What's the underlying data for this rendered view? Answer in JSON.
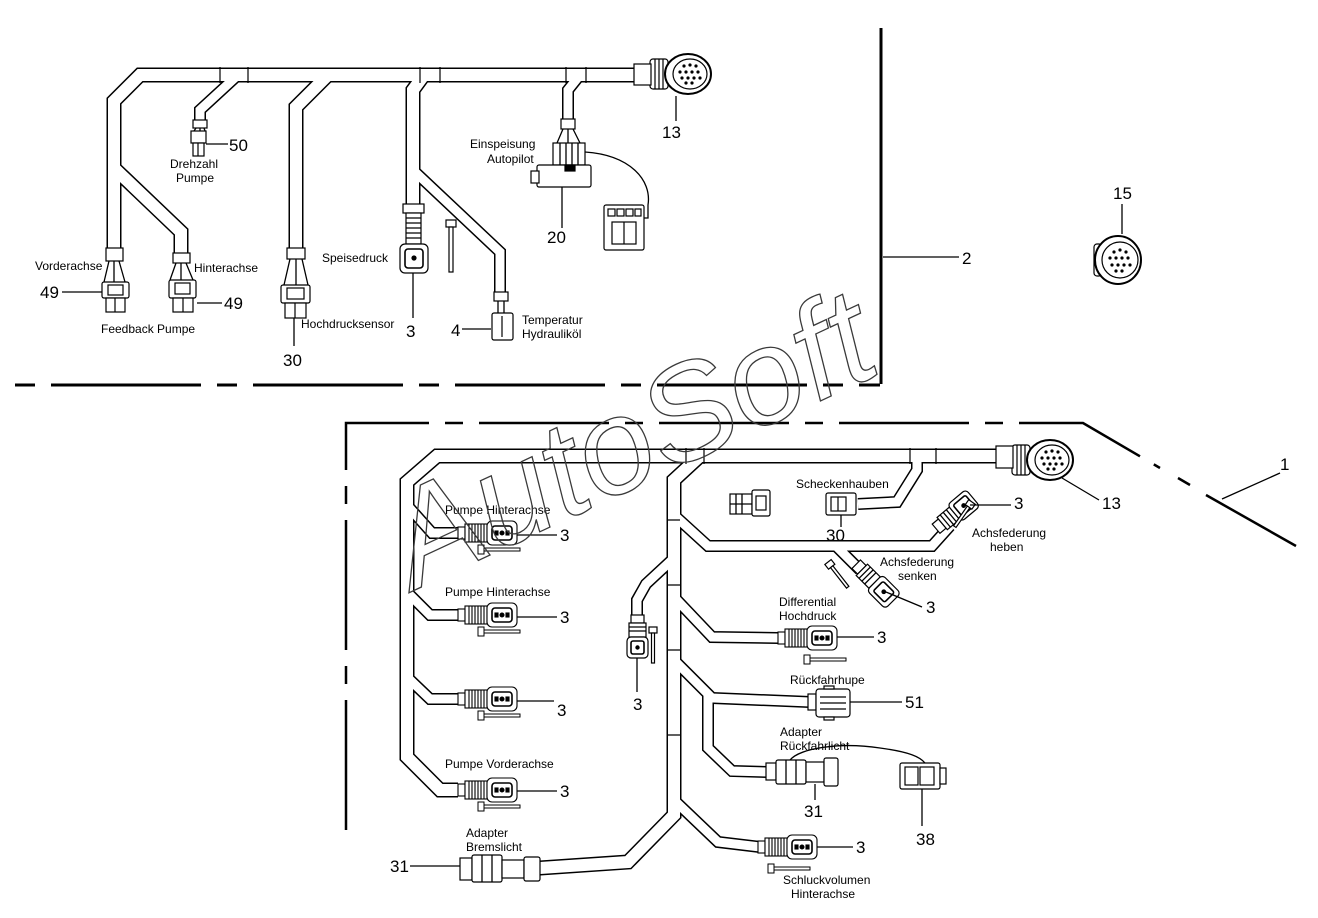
{
  "watermark": "AutoSoft",
  "upper": {
    "drehzahl_pumpe": {
      "label_1": "Drehzahl",
      "label_2": "Pumpe",
      "callout": "50"
    },
    "main_connector": {
      "callout": "13"
    },
    "einspeisung_autopilot": {
      "label_1": "Einspeisung",
      "label_2": "Autopilot",
      "callout": "20"
    },
    "loose_round_connector": {
      "callout": "15"
    },
    "divider": {
      "callout": "2"
    },
    "vorderachse": {
      "label": "Vorderachse",
      "callout": "49"
    },
    "hinterachse": {
      "label": "Hinterachse",
      "callout": "49"
    },
    "feedback_label": "Feedback Pumpe",
    "speisedruck": {
      "label": "Speisedruck",
      "callout": "3"
    },
    "hochdrucksensor": {
      "label": "Hochdrucksensor",
      "callout": "30"
    },
    "temperatur": {
      "label_1": "Temperatur",
      "label_2": "Hydrauliköl",
      "callout": "4"
    }
  },
  "lower": {
    "assembly": {
      "callout": "1"
    },
    "main_connector": {
      "callout": "13"
    },
    "scheckenhauben": {
      "label": "Scheckenhauben",
      "callout": "30"
    },
    "achsfederung_heben": {
      "label_1": "Achsfederung",
      "label_2": "heben",
      "callout": "3"
    },
    "achsfederung_senken": {
      "label_1": "Achsfederung",
      "label_2": "senken",
      "callout": "3"
    },
    "pumpe_hinterachse_1": {
      "label": "Pumpe Hinterachse",
      "callout": "3"
    },
    "pumpe_hinterachse_2": {
      "label": "Pumpe Hinterachse",
      "callout": "3"
    },
    "pumpe_unlabeled": {
      "callout": "3"
    },
    "pumpe_vorderachse": {
      "label": "Pumpe Vorderachse",
      "callout": "3"
    },
    "center_sensor": {
      "callout": "3"
    },
    "differential_hochdruck": {
      "label_1": "Differential",
      "label_2": "Hochdruck",
      "callout": "3"
    },
    "rueckfahrhupe": {
      "label": "Rückfahrhupe",
      "callout": "51"
    },
    "adapter_rueckfahrlicht": {
      "label_1": "Adapter",
      "label_2": "Rückfahrlicht",
      "callout": "31"
    },
    "rueckfahrlicht_connector": {
      "callout": "38"
    },
    "schluckvolumen": {
      "label_1": "Schluckvolumen",
      "label_2": "Hinterachse",
      "callout": "3"
    },
    "adapter_bremslicht": {
      "label_1": "Adapter",
      "label_2": "Bremslicht",
      "callout": "31"
    }
  }
}
